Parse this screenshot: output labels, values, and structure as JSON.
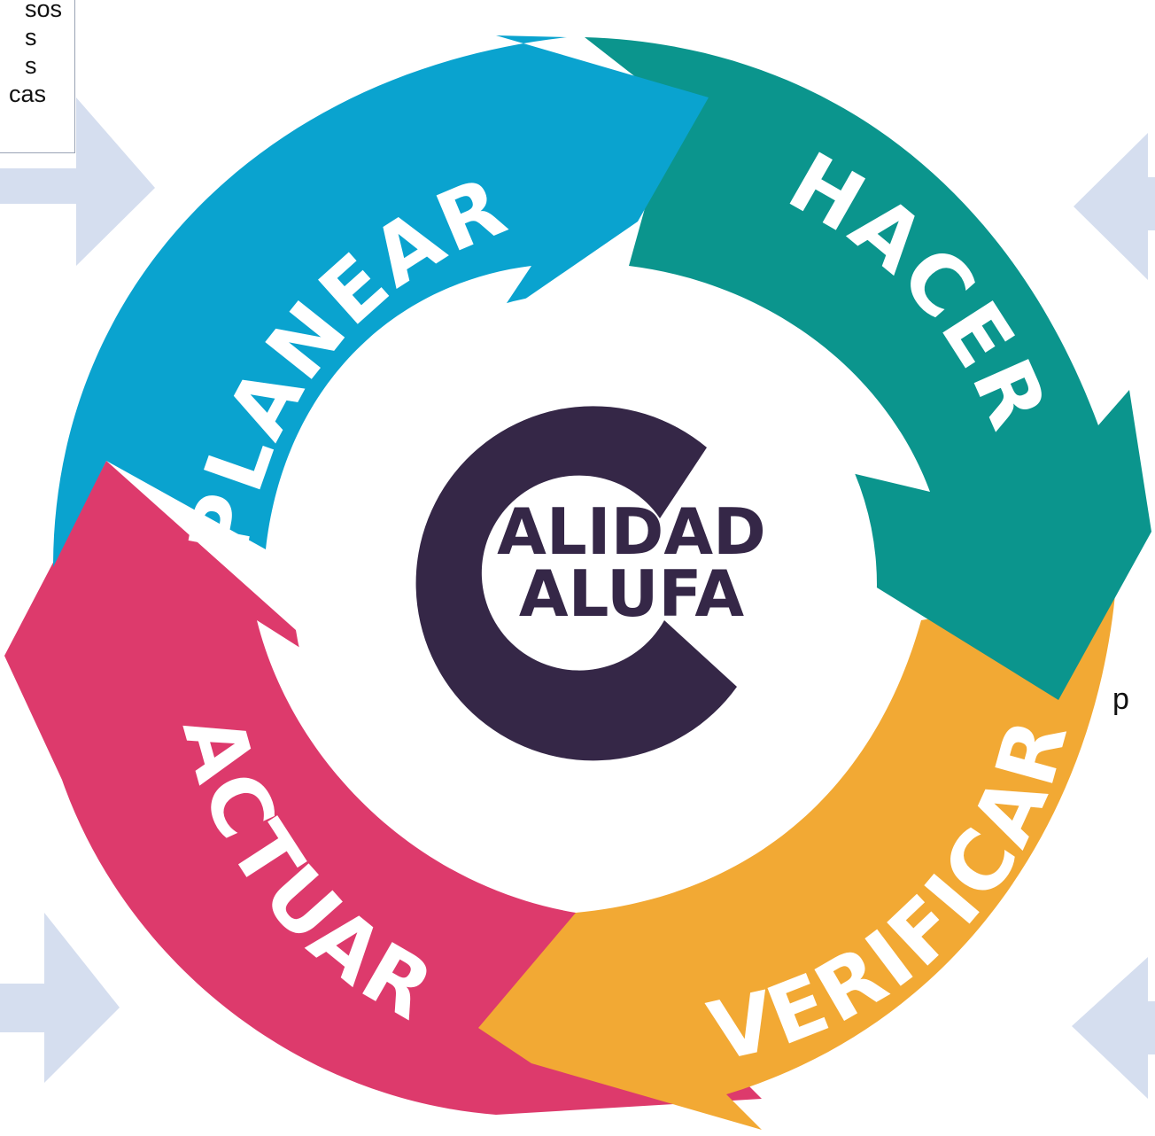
{
  "fragment_left_lines": [
    "sos",
    "s",
    "s",
    "cas"
  ],
  "fragment_right_text": "p",
  "stages": [
    {
      "label": "PLANEAR",
      "color": "#0aa3cf"
    },
    {
      "label": "HACER",
      "color": "#0b958d"
    },
    {
      "label": "VERIFICAR",
      "color": "#f2a934"
    },
    {
      "label": "ACTUAR",
      "color": "#dd3a6c"
    }
  ],
  "logo": {
    "line1": "ALIDAD",
    "line2": "ALUFA",
    "color": "#352747"
  },
  "colors": {
    "arrow_light": "#d5deef"
  }
}
